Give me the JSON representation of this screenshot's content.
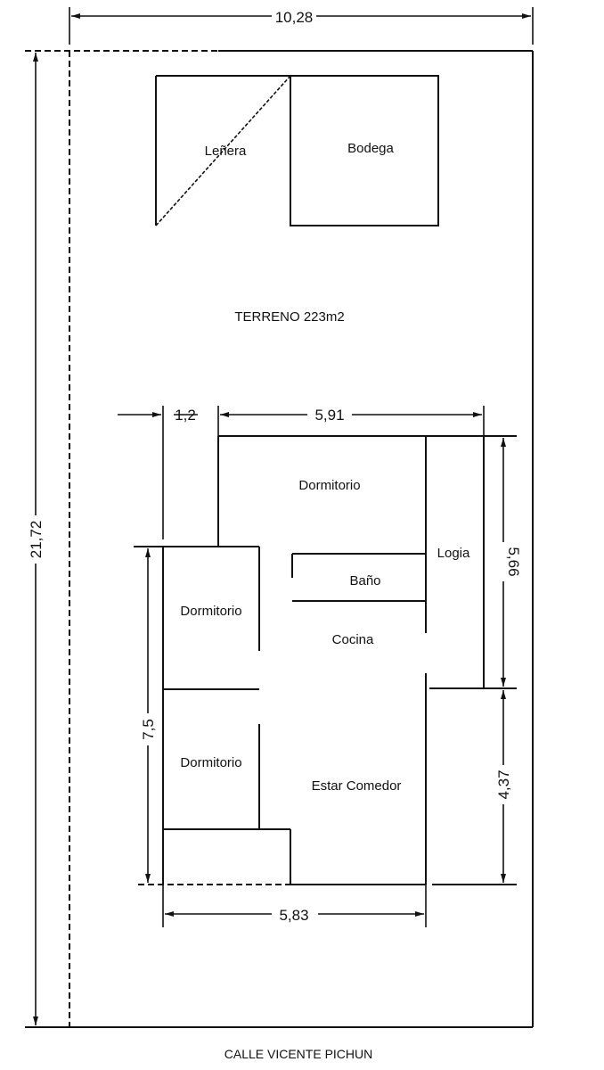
{
  "plan": {
    "dimensions": {
      "lot_width": "10,28",
      "lot_length": "21,72",
      "setback": "1,2",
      "house_top_width": "5,91",
      "house_upper_depth": "5,66",
      "house_lower_depth": "4,37",
      "house_left_depth": "7,5",
      "house_bottom_width": "5,83"
    },
    "rooms": {
      "lenera": "Leñera",
      "bodega": "Bodega",
      "terreno": "TERRENO 223m2",
      "dormitorio_top": "Dormitorio",
      "logia": "Logia",
      "bano": "Baño",
      "dormitorio_left_upper": "Dormitorio",
      "cocina": "Cocina",
      "dormitorio_left_lower": "Dormitorio",
      "estar_comedor": "Estar Comedor"
    },
    "street": "CALLE VICENTE PICHUN"
  }
}
